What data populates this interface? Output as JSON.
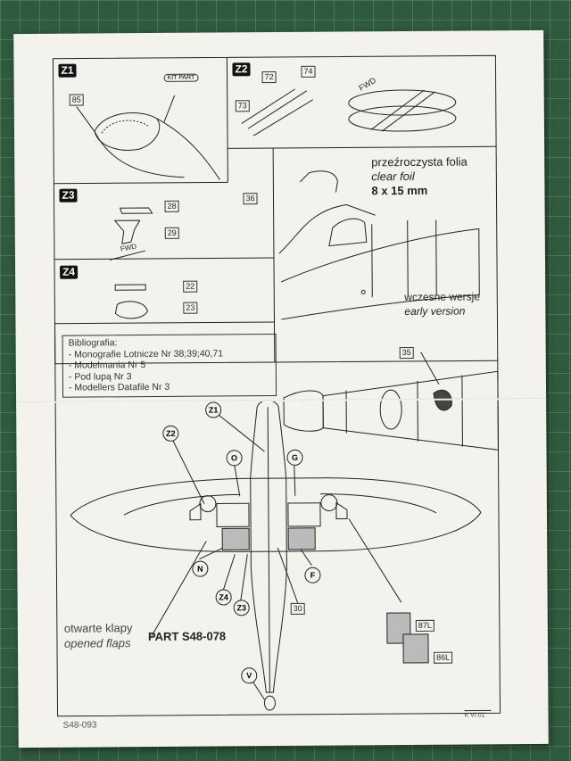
{
  "sections": {
    "z1": {
      "tag": "Z1",
      "part": "85",
      "kit_part": "KIT PART"
    },
    "z2": {
      "tag": "Z2",
      "parts": [
        "72",
        "73",
        "74"
      ],
      "fwd": "FWD"
    },
    "z3": {
      "tag": "Z3",
      "parts": [
        "28",
        "29"
      ],
      "fwd": "FWD"
    },
    "z4": {
      "tag": "Z4",
      "parts": [
        "22",
        "23"
      ]
    },
    "foil": {
      "part": "36",
      "line1": "przeźroczysta folia",
      "line2": "clear foil",
      "line3": "8 x 15 mm"
    },
    "early": {
      "line1": "wczesne wersje",
      "line2": "early version"
    },
    "part35": "35"
  },
  "bibliography": {
    "title": "Bibliografia:",
    "items": [
      "- Monografie Lotnicze Nr 38;39;40,71",
      "- Modelmania Nr 5",
      "- Pod lupą Nr 3",
      "- Modellers Datafile Nr 3"
    ]
  },
  "callouts": {
    "z1": "Z1",
    "z2": "Z2",
    "o": "O",
    "g": "G",
    "n": "N",
    "f": "F",
    "z4": "Z4",
    "z3": "Z3",
    "p30": "30",
    "v": "V",
    "p87l": "87L",
    "p86l": "86L"
  },
  "flaps": {
    "line1": "otwarte klapy",
    "line2": "opened flaps"
  },
  "part_label": "PART S48-078",
  "sheet_code": "S48-093",
  "revision": "K VI.01"
}
